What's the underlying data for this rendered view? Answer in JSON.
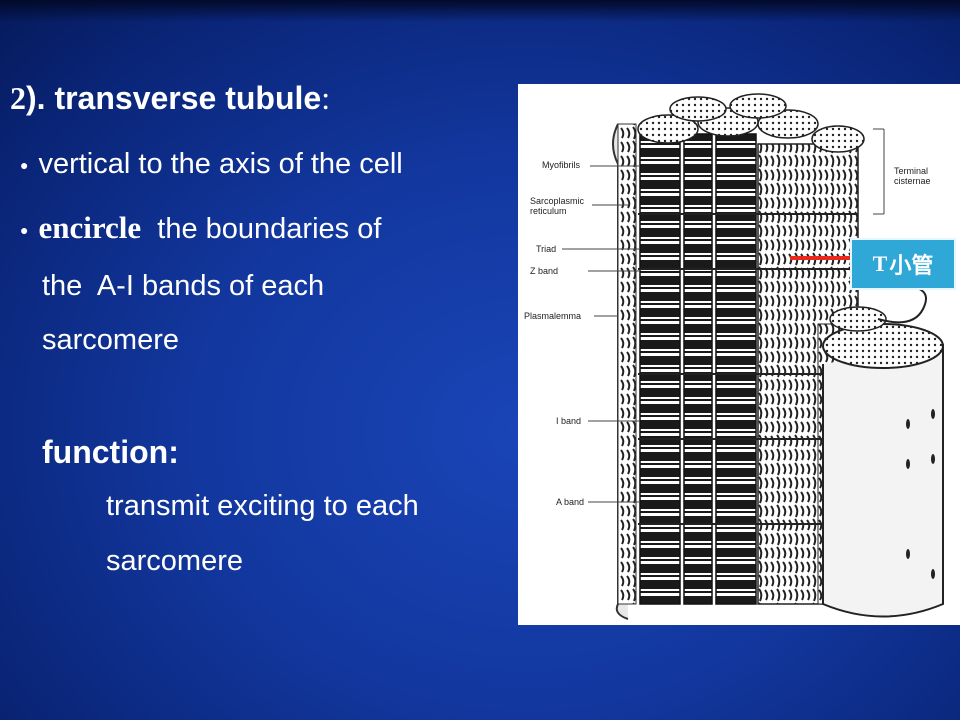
{
  "heading": {
    "number": "2",
    "text": "). transverse tubule",
    "colon": ":"
  },
  "bullets": [
    {
      "text": "vertical to the axis of the cell"
    },
    {
      "emphasis": "encircle",
      "text": "  the boundaries of"
    }
  ],
  "continuation": [
    "the  A-I bands of each",
    "sarcomere"
  ],
  "function": {
    "title": "function:",
    "lines": [
      "transmit exciting to each",
      "sarcomere"
    ]
  },
  "figure": {
    "labels": {
      "myofibrils": "Myofibrils",
      "sr1": "Sarcoplasmic",
      "sr2": "reticulum",
      "triad": "Triad",
      "zband": "Z band",
      "plasmalemma": "Plasmalemma",
      "iband": "I band",
      "aband": "A band",
      "terminal1": "Terminal",
      "terminal2": "cisternae"
    },
    "callout": {
      "T": "T",
      "chars": "小管"
    }
  },
  "colors": {
    "background": "#12379e",
    "callout": "#2fa8d8",
    "pointer": "#e8291c"
  }
}
